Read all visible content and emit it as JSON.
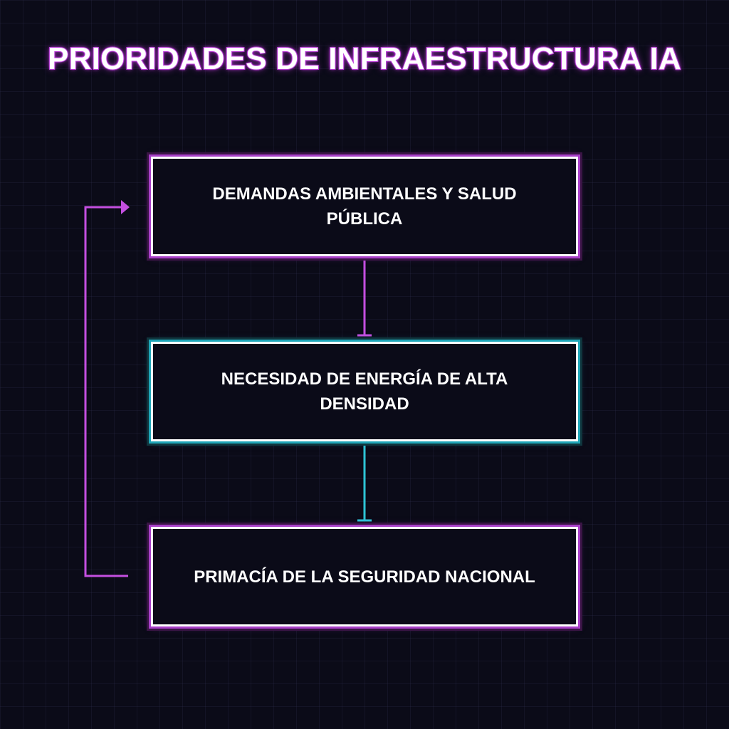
{
  "title": "PRIORIDADES DE INFRAESTRUCTURA IA",
  "nodes": [
    {
      "label": "DEMANDAS AMBIENTALES Y SALUD PÚBLICA",
      "accent": "#c44fe0"
    },
    {
      "label": "NECESIDAD DE ENERGÍA DE ALTA DENSIDAD",
      "accent": "#2ec4d6"
    },
    {
      "label": "PRIMACÍA DE LA SEGURIDAD NACIONAL",
      "accent": "#c44fe0"
    }
  ],
  "edges": [
    {
      "from": "DEMANDAS AMBIENTALES Y SALUD PÚBLICA",
      "to": "NECESIDAD DE ENERGÍA DE ALTA DENSIDAD",
      "color": "#c44fe0"
    },
    {
      "from": "NECESIDAD DE ENERGÍA DE ALTA DENSIDAD",
      "to": "PRIMACÍA DE LA SEGURIDAD NACIONAL",
      "color": "#2ec4d6"
    },
    {
      "from": "PRIMACÍA DE LA SEGURIDAD NACIONAL",
      "to": "DEMANDAS AMBIENTALES Y SALUD PÚBLICA",
      "color": "#c44fe0"
    }
  ],
  "colors": {
    "background": "#0b0b18",
    "magenta": "#c44fe0",
    "cyan": "#2ec4d6",
    "text": "#ffffff"
  }
}
